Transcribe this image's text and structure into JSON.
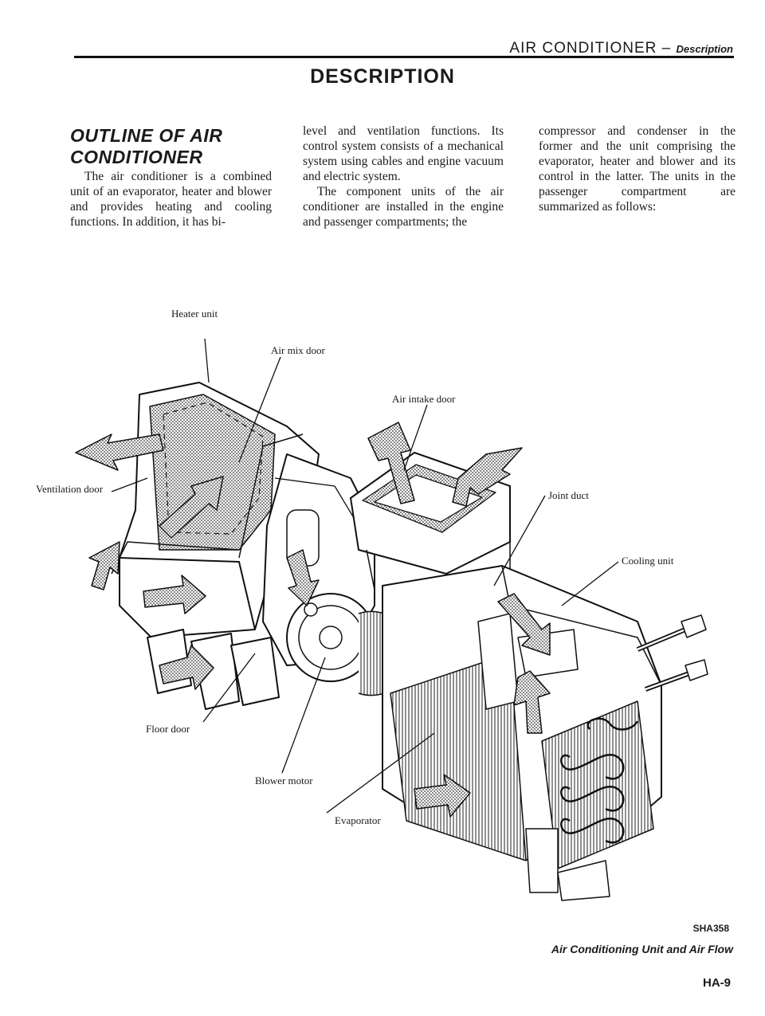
{
  "header": {
    "section": "AIR CONDITIONER",
    "dash": " – ",
    "subsection": "Description"
  },
  "title": "DESCRIPTION",
  "outline": {
    "heading_line1": "OUTLINE OF AIR",
    "heading_line2": "CONDITIONER",
    "col1_p1": "The air conditioner is a combined unit of an evaporator, heater and blower and provides heating and cooling functions. In addition, it has bi-",
    "col2_p1": "level and ventilation functions. Its control system consists of a mechanical system using cables and engine vacuum and electric system.",
    "col2_p2": "The component units of the air conditioner are installed in the engine and passenger compartments; the",
    "col3_p1": "compressor and condenser in the former and the unit comprising the evaporator, heater and blower and its control in the latter. The units in the passenger compartment are summarized as follows:"
  },
  "figure": {
    "labels": {
      "heater_unit": "Heater unit",
      "air_mix_door": "Air mix door",
      "air_intake_door": "Air intake door",
      "ventilation_door": "Ventilation door",
      "joint_duct": "Joint duct",
      "cooling_unit": "Cooling unit",
      "floor_door": "Floor door",
      "blower_motor": "Blower motor",
      "evaporator": "Evaporator"
    },
    "code": "SHA358",
    "caption": "Air Conditioning Unit and Air Flow"
  },
  "page_number": "HA-9"
}
